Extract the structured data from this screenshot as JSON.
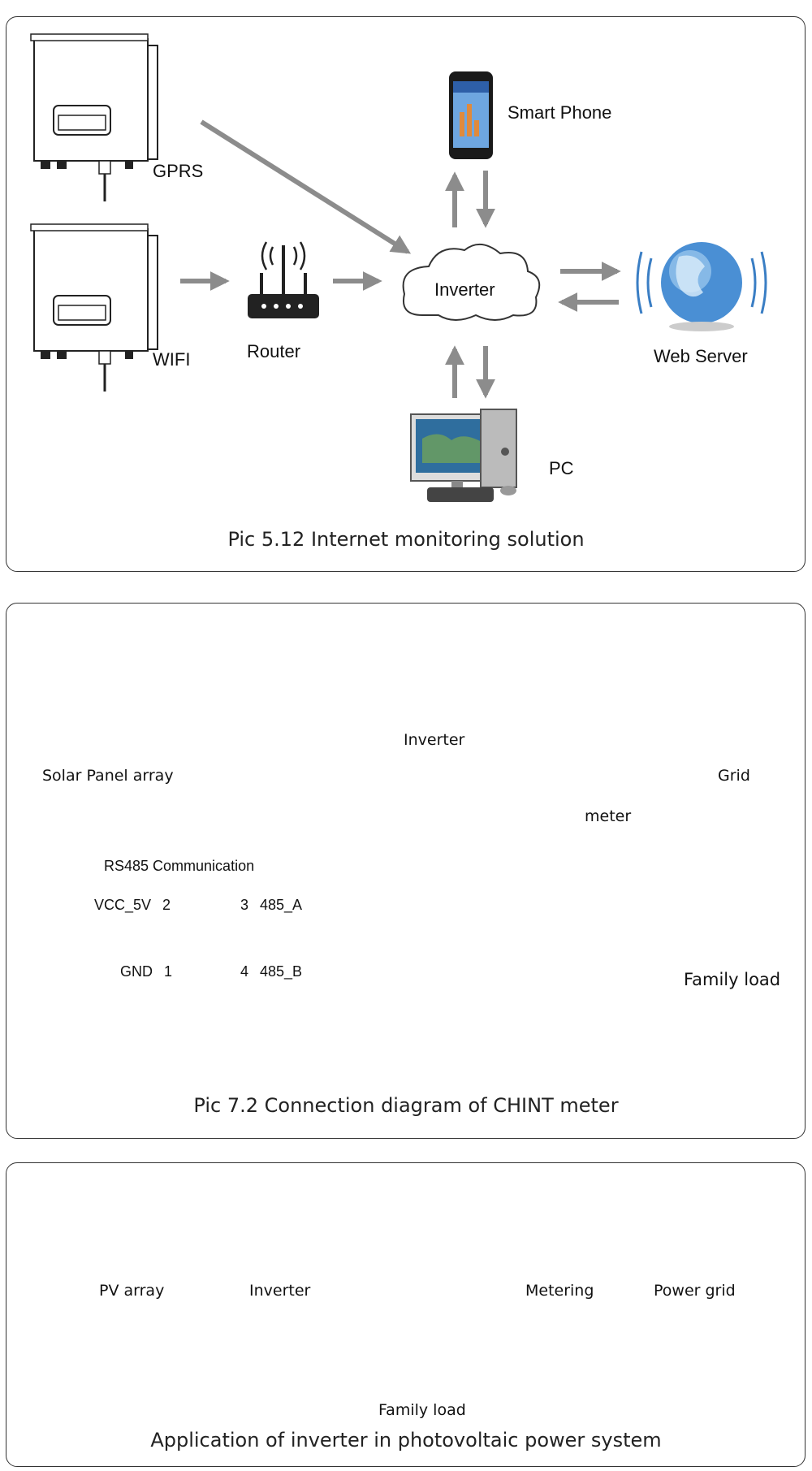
{
  "panel1": {
    "labels": {
      "gprs": "GPRS",
      "wifi": "WIFI",
      "router": "Router",
      "inverter": "Inverter",
      "smart_phone": "Smart Phone",
      "web_server": "Web Server",
      "pc": "PC"
    },
    "caption": "Pic 5.12 Internet monitoring solution"
  },
  "panel2": {
    "labels": {
      "solar_panel_array": "Solar Panel array",
      "inverter": "Inverter",
      "meter": "meter",
      "grid": "Grid",
      "rs485": "RS485 Communication",
      "vcc": "VCC_5V",
      "gnd": "GND",
      "pin1": "1",
      "pin2": "2",
      "pin3": "3",
      "pin4": "4",
      "a485": "485_A",
      "b485": "485_B",
      "family_load": "Family load"
    },
    "caption": "Pic 7.2 Connection diagram of CHINT meter"
  },
  "panel3": {
    "labels": {
      "pv_array": "PV array",
      "inverter": "Inverter",
      "metering": "Metering",
      "power_grid": "Power grid",
      "family_load": "Family load"
    },
    "caption": "Application of inverter in photovoltaic power system"
  },
  "colors": {
    "arrow_gray": "#8c8c8c",
    "wire_blue": "#1f2a8a",
    "wire_red": "#d81e2a",
    "wire_green": "#1a9a4a",
    "ink": "#111111"
  }
}
